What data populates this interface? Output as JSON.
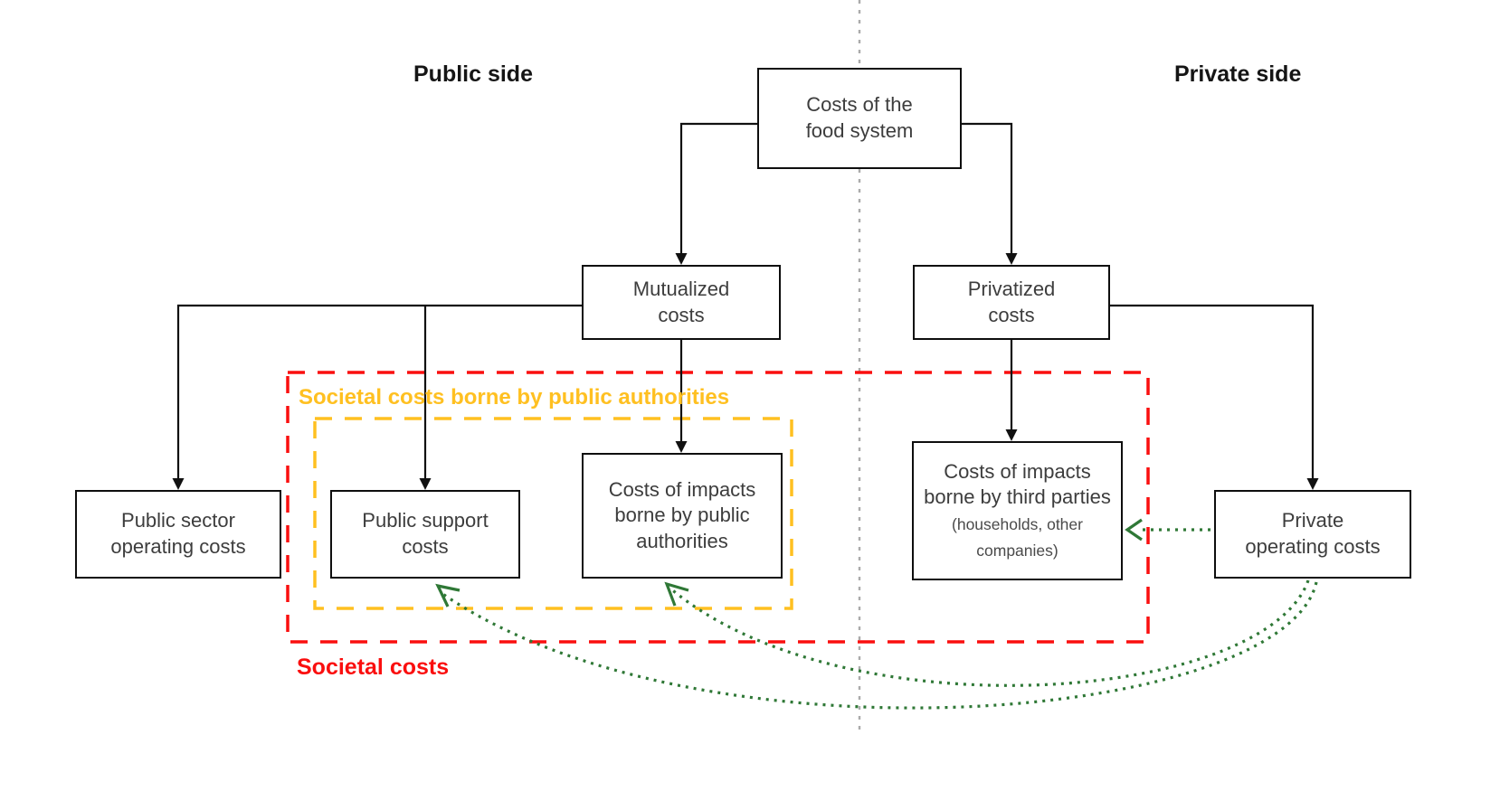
{
  "diagram": {
    "side_labels": {
      "public": "Public side",
      "private": "Private side"
    },
    "nodes": {
      "root": {
        "label": "Costs of the\nfood system"
      },
      "mutualized": {
        "label": "Mutualized\ncosts"
      },
      "privatized": {
        "label": "Privatized\ncosts"
      },
      "public_sector": {
        "label": "Public sector\noperating costs"
      },
      "public_support": {
        "label": "Public support\ncosts"
      },
      "impacts_public": {
        "label": "Costs of impacts\nborne by public\nauthorities"
      },
      "impacts_third": {
        "label": "Costs of impacts borne by third parties ",
        "sublabel": "(households, other companies)"
      },
      "private_operating": {
        "label": "Private\noperating costs"
      }
    },
    "groups": {
      "societal": {
        "label": "Societal costs",
        "color": "#FA0F0F"
      },
      "societal_public": {
        "label": "Societal costs borne by public authorities",
        "color": "#FFC021"
      }
    },
    "colors": {
      "societal_outline": "#FA0F0F",
      "societal_public_outline": "#FFC021",
      "transfer_arrow_green": "#2F7836",
      "divider_gray": "#ABABAB",
      "box_border": "#0E0E0E",
      "box_text": "#3D3D3D"
    }
  }
}
